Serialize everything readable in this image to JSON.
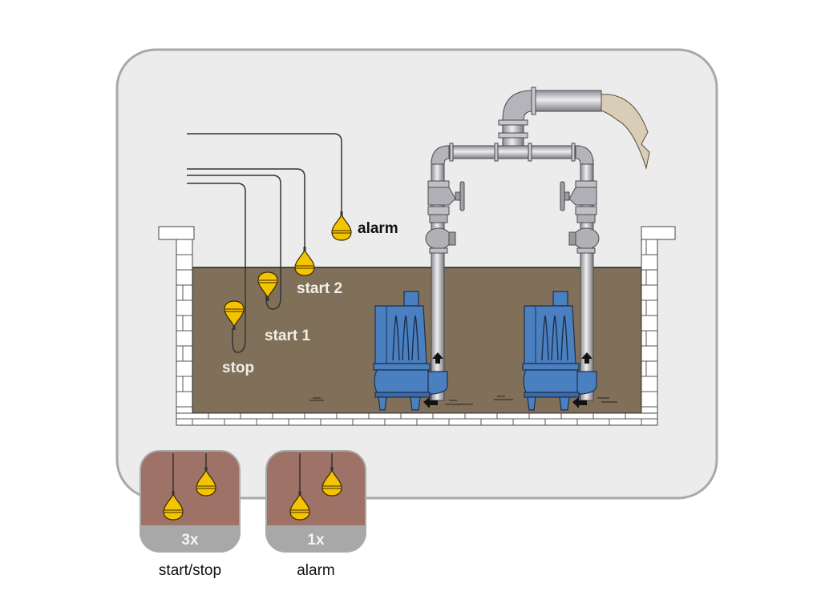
{
  "diagram": {
    "title": "Two-pump sump station with float switches",
    "float_labels": {
      "alarm": "alarm",
      "start2": "start 2",
      "start1": "start 1",
      "stop": "stop"
    },
    "legend": [
      {
        "count": "3x",
        "caption": "start/stop"
      },
      {
        "count": "1x",
        "caption": "alarm"
      }
    ],
    "colors": {
      "panel_bg": "#ececec",
      "panel_border": "#a9a9a9",
      "water": "#80705a",
      "float_yellow": "#f5c400",
      "pump_blue": "#4a7fc0",
      "pipe_gray": "#a8a8ae",
      "legend_brown": "#9e7266",
      "legend_gray": "#a8a8a8",
      "discharge": "#d9cdb8"
    },
    "pumps": 2
  }
}
